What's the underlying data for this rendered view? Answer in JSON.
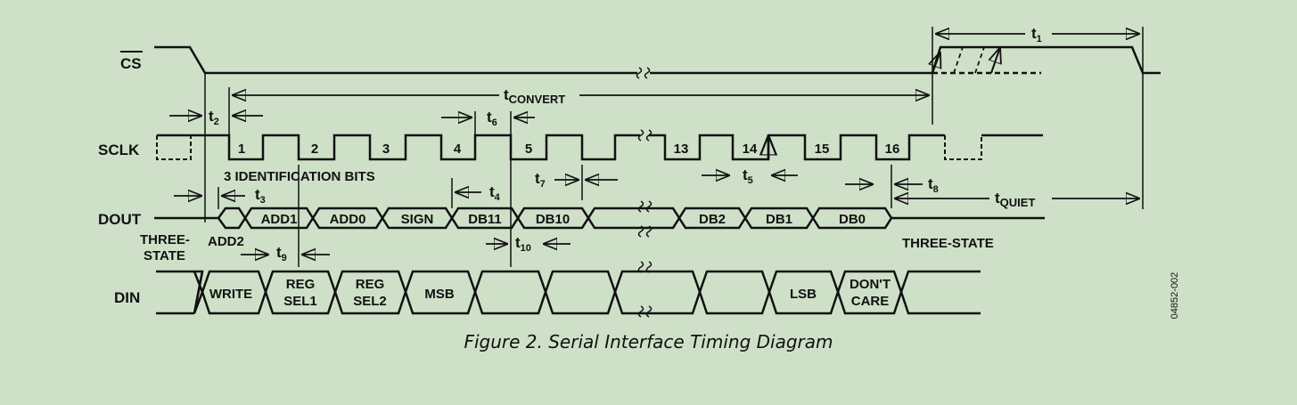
{
  "signals": {
    "cs": "CS",
    "sclk": "SCLK",
    "dout": "DOUT",
    "din": "DIN"
  },
  "clock_numbers": [
    "1",
    "2",
    "3",
    "4",
    "5",
    "13",
    "14",
    "15",
    "16"
  ],
  "timing": {
    "t1": {
      "main": "t",
      "sub": "1"
    },
    "t2": {
      "main": "t",
      "sub": "2"
    },
    "t3": {
      "main": "t",
      "sub": "3"
    },
    "t4": {
      "main": "t",
      "sub": "4"
    },
    "t5": {
      "main": "t",
      "sub": "5"
    },
    "t6": {
      "main": "t",
      "sub": "6"
    },
    "t7": {
      "main": "t",
      "sub": "7"
    },
    "t8": {
      "main": "t",
      "sub": "8"
    },
    "t9": {
      "main": "t",
      "sub": "9"
    },
    "t10": {
      "main": "t",
      "sub": "10"
    },
    "tconvert": {
      "main": "t",
      "sub": "CONVERT"
    },
    "tquiet": {
      "main": "t",
      "sub": "QUIET"
    }
  },
  "dout_segments": [
    "ADD1",
    "ADD0",
    "SIGN",
    "DB11",
    "DB10",
    "DB2",
    "DB1",
    "DB0"
  ],
  "din_segments": [
    [
      "WRITE"
    ],
    [
      "REG",
      "SEL1"
    ],
    [
      "REG",
      "SEL2"
    ],
    [
      "MSB"
    ],
    [
      "LSB"
    ],
    [
      "DON'T",
      "CARE"
    ]
  ],
  "labels": {
    "id_bits": "3 IDENTIFICATION BITS",
    "three_state_left_1": "THREE-",
    "three_state_left_2": "STATE",
    "add2": "ADD2",
    "three_state_right": "THREE-STATE"
  },
  "caption": "Figure 2. Serial Interface Timing Diagram",
  "doc_number": "04852-002"
}
